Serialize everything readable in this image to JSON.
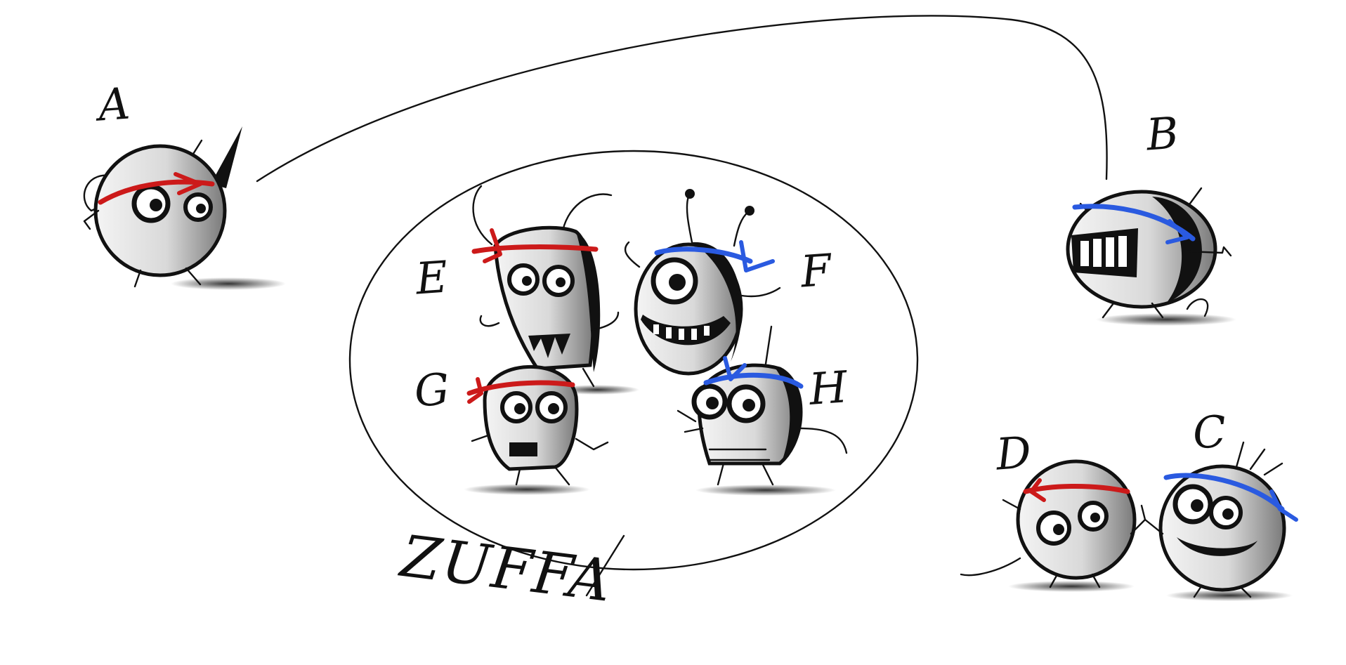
{
  "labels": {
    "a": "A",
    "b": "B",
    "c": "C",
    "d": "D",
    "e": "E",
    "f": "F",
    "g": "G",
    "h": "H"
  },
  "group_label": "ZUFFA",
  "band_colors": {
    "red": "#cc1a1a",
    "blue": "#2a5ae0"
  },
  "creatures": [
    {
      "label": "A",
      "band": "red"
    },
    {
      "label": "B",
      "band": "blue"
    },
    {
      "label": "C",
      "band": "blue"
    },
    {
      "label": "D",
      "band": "red"
    },
    {
      "label": "E",
      "band": "red"
    },
    {
      "label": "F",
      "band": "blue"
    },
    {
      "label": "G",
      "band": "red"
    },
    {
      "label": "H",
      "band": "blue"
    }
  ]
}
